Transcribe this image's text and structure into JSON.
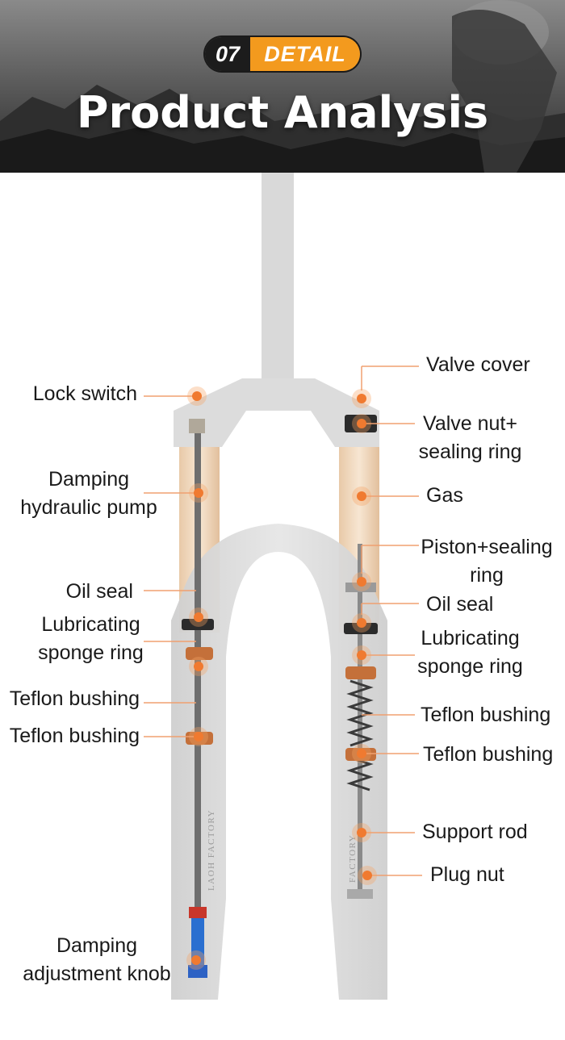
{
  "header": {
    "badge_number": "07",
    "badge_word": "DETAIL",
    "title": "Product Analysis"
  },
  "colors": {
    "accent": "#f39a1e",
    "leader_line": "#f0a070",
    "marker": "#f07a30",
    "fork_body": "#d8d8d8"
  },
  "decals": {
    "left_leg": "LAOH FACTORY",
    "right_leg": "FACTORY"
  },
  "labels": {
    "lock_switch": "Lock switch",
    "damping_pump_1": "Damping",
    "damping_pump_2": "hydraulic pump",
    "oil_seal_left": "Oil seal",
    "lub_left_1": "Lubricating",
    "lub_left_2": "sponge ring",
    "teflon_left_1": "Teflon bushing",
    "teflon_left_2": "Teflon bushing",
    "knob_1": "Damping",
    "knob_2": "adjustment knob",
    "valve_cover": "Valve cover",
    "valve_nut_1": "Valve nut+",
    "valve_nut_2": "sealing ring",
    "gas": "Gas",
    "piston_1": "Piston+sealing",
    "piston_2": "ring",
    "oil_seal_right": "Oil seal",
    "lub_right_1": "Lubricating",
    "lub_right_2": "sponge ring",
    "teflon_right_1": "Teflon bushing",
    "teflon_right_2": "Teflon bushing",
    "support_rod": "Support rod",
    "plug_nut": "Plug nut"
  }
}
